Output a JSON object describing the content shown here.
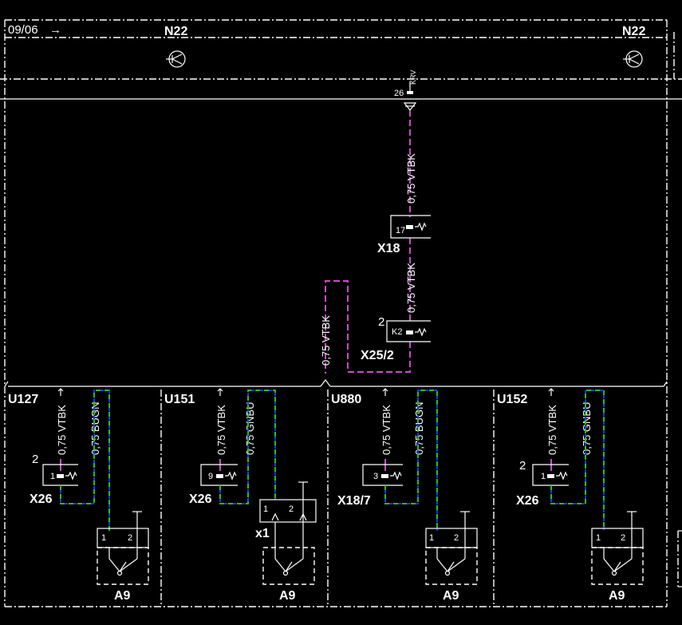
{
  "header": {
    "date_marker": "09/06",
    "date_arrow": "→",
    "left_module": "N22",
    "right_module": "N22"
  },
  "top_connector": {
    "pin": "26",
    "code": "KRV"
  },
  "trunk": {
    "wire_upper": "0,75 VTBK",
    "wire_lower": "0,75 VTBK",
    "wire_left": "0,75 VTBK",
    "x18": {
      "name": "X18",
      "pin": "17"
    },
    "x25": {
      "name": "X25/2",
      "pin": "K2",
      "index": "2"
    }
  },
  "sections": [
    {
      "name": "U127",
      "wire_a": "0,75 VTBK",
      "wire_b": "0,75 BUGN",
      "connector": {
        "name": "X26",
        "pin": "1",
        "index": "2"
      },
      "switch": {
        "name": "A9",
        "pin1": "1",
        "pin2": "2"
      }
    },
    {
      "name": "U151",
      "wire_a": "0,75 VTBK",
      "wire_b": "0,75 GNBU",
      "connector": {
        "name": "X26",
        "pin": "9",
        "index": ""
      },
      "relay": {
        "name": "x1",
        "pin1": "1",
        "pin2": "2"
      },
      "switch": {
        "name": "A9",
        "pin1": "",
        "pin2": ""
      }
    },
    {
      "name": "U880",
      "wire_a": "0,75 VTBK",
      "wire_b": "0,75 BUGN",
      "connector": {
        "name": "X18/7",
        "pin": "3",
        "index": ""
      },
      "switch": {
        "name": "A9",
        "pin1": "1",
        "pin2": "2"
      }
    },
    {
      "name": "U152",
      "wire_a": "0,75 VTBK",
      "wire_b": "0,75 GNBU",
      "connector": {
        "name": "X26",
        "pin": "1",
        "index": "2"
      },
      "switch": {
        "name": "A9",
        "pin1": "1",
        "pin2": "2"
      }
    }
  ],
  "colors": {
    "background": "#000000",
    "line": "#ffffff",
    "wire_vtbk": "#c64fc6",
    "wire_green": "#22c022",
    "wire_blue": "#2233ff"
  }
}
